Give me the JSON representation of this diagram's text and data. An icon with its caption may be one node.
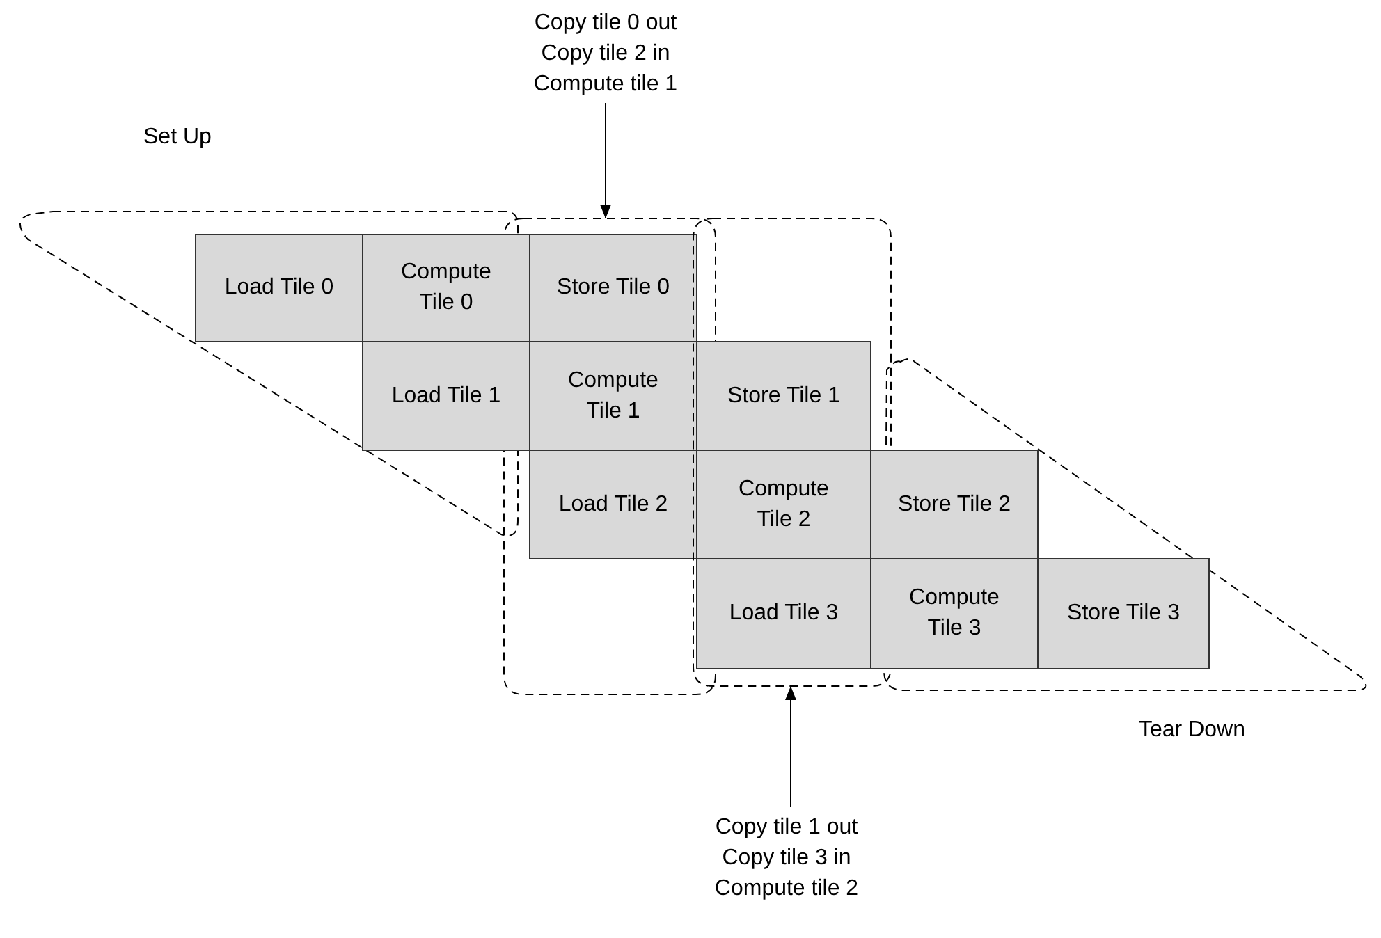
{
  "diagram": {
    "nodes": [
      {
        "text": [
          "Copy tile 0 out Copy tile 2 in Compute tile 1"
        ]
      },
      {
        "text": [
          "Set Up"
        ]
      },
      {
        "text": [],
        "shape": "box"
      },
      {
        "text": [],
        "shape": "box"
      },
      {
        "text": [
          "Tear Down"
        ]
      },
      {
        "text": [
          "Load Tile 0"
        ],
        "in": 1
      },
      {
        "text": [
          "Compute Tile 0"
        ]
      },
      {
        "text": [
          "Store Tile 0"
        ],
        "in": 2
      },
      {
        "text": [
          "Load Tile 1"
        ]
      },
      {
        "text": [
          "Compute Tile 1"
        ],
        "in": 2
      },
      {
        "text": [
          "Store Tile 1"
        ],
        "in": 3
      },
      {
        "text": [
          "Load Tile 2"
        ],
        "in": 2
      },
      {
        "text": [
          "Compute Tile 2"
        ],
        "in": 3
      },
      {
        "text": [
          "Store Tile 2"
        ]
      },
      {
        "text": [
          "Load Tile 3"
        ],
        "in": 3
      },
      {
        "text": [
          "Compute Tile 3"
        ]
      },
      {
        "text": [
          "Store Tile 3"
        ],
        "in": 4
      },
      {
        "text": [
          "Copy tile 1 out Copy tile 3 in Compute tile 2"
        ]
      }
    ],
    "edges": [
      {
        "from": 0,
        "to": 2,
        "arrow": "to"
      },
      {
        "from": 17,
        "to": 3,
        "arrow": "to"
      }
    ]
  }
}
